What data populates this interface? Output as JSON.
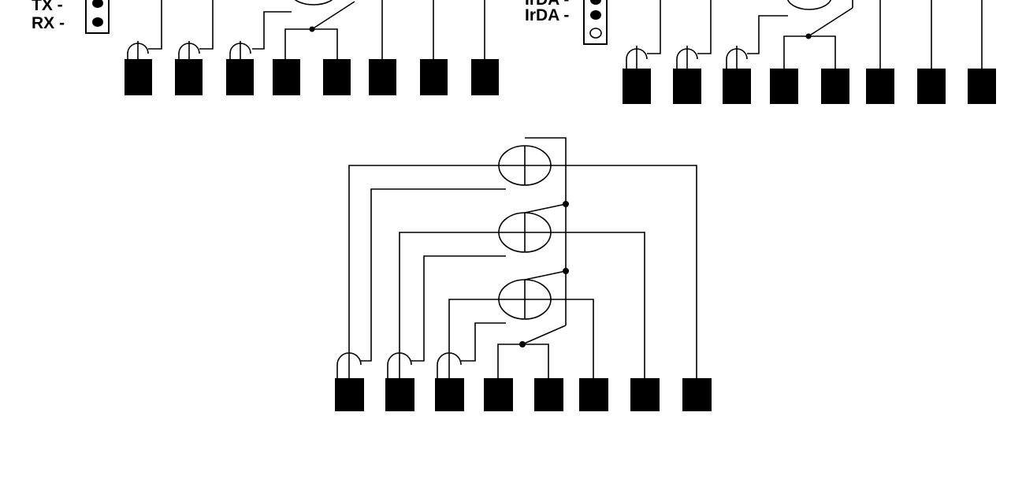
{
  "left_jumper": {
    "labels": [
      "TX -",
      "RX -"
    ]
  },
  "right_jumper": {
    "labels": [
      "IrDA -",
      "IrDA -"
    ]
  },
  "colors": {
    "ink": "#000000",
    "background": "#ffffff"
  },
  "diagrams": [
    "left-switch-diagram",
    "right-switch-diagram",
    "center-switch-diagram"
  ],
  "pins_per_diagram": 8
}
